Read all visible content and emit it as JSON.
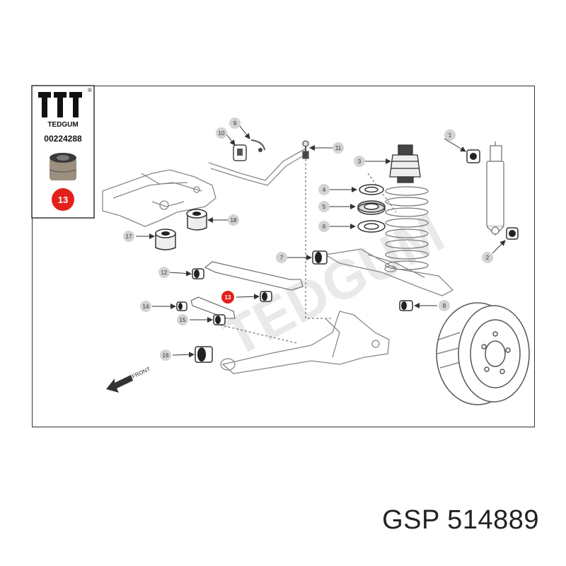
{
  "legend": {
    "brand": "TEDGUM",
    "registered": "®",
    "part_code": "00224288",
    "highlight_number": "13",
    "highlight_color": "#e3201b"
  },
  "watermark": "TEDGUM",
  "front_label": "FRONT",
  "callouts": [
    "1",
    "2",
    "3",
    "4",
    "5",
    "6",
    "7",
    "8",
    "9",
    "10",
    "11",
    "12",
    "13",
    "14",
    "15",
    "16",
    "17",
    "18"
  ],
  "highlighted_callout": "13",
  "footer": "GSP 514889"
}
